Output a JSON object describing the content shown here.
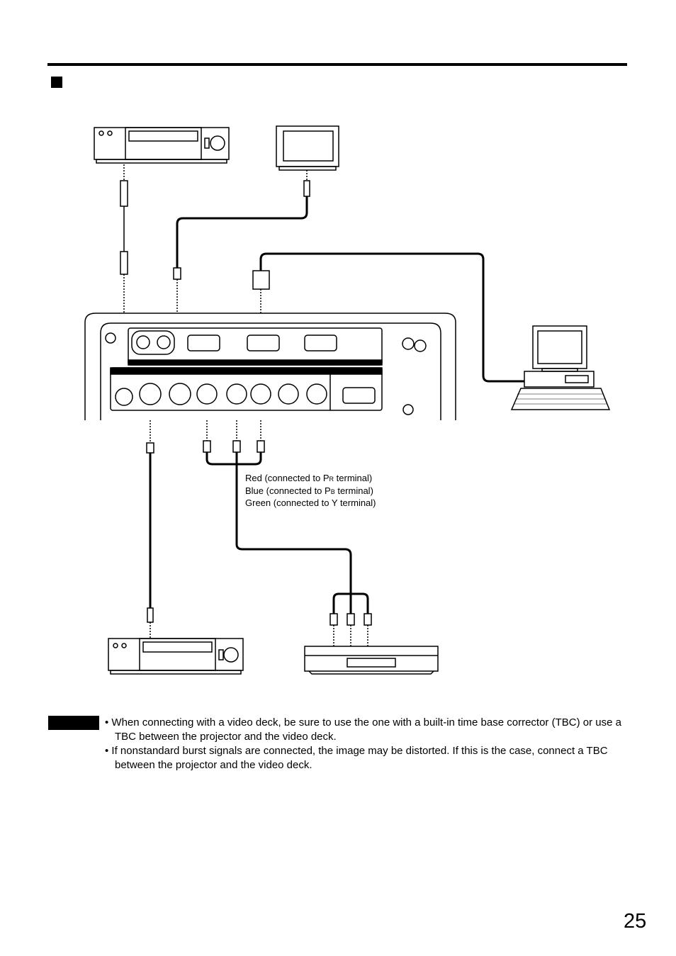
{
  "labels": {
    "red": {
      "pre": "Red (connected to P",
      "sub": "R",
      "post": " terminal)"
    },
    "blue": {
      "pre": "Blue (connected to P",
      "sub": "B",
      "post": " terminal)"
    },
    "green": "Green (connected to Y terminal)"
  },
  "notes": [
    "• When connecting with a video deck, be sure to use the one with a built-in time base corrector (TBC) or use a TBC between the projector and the video deck.",
    "• If nonstandard burst signals are connected, the image may be distorted.  If this is the case, connect a TBC between the projector and the video deck."
  ],
  "page_number": "25"
}
